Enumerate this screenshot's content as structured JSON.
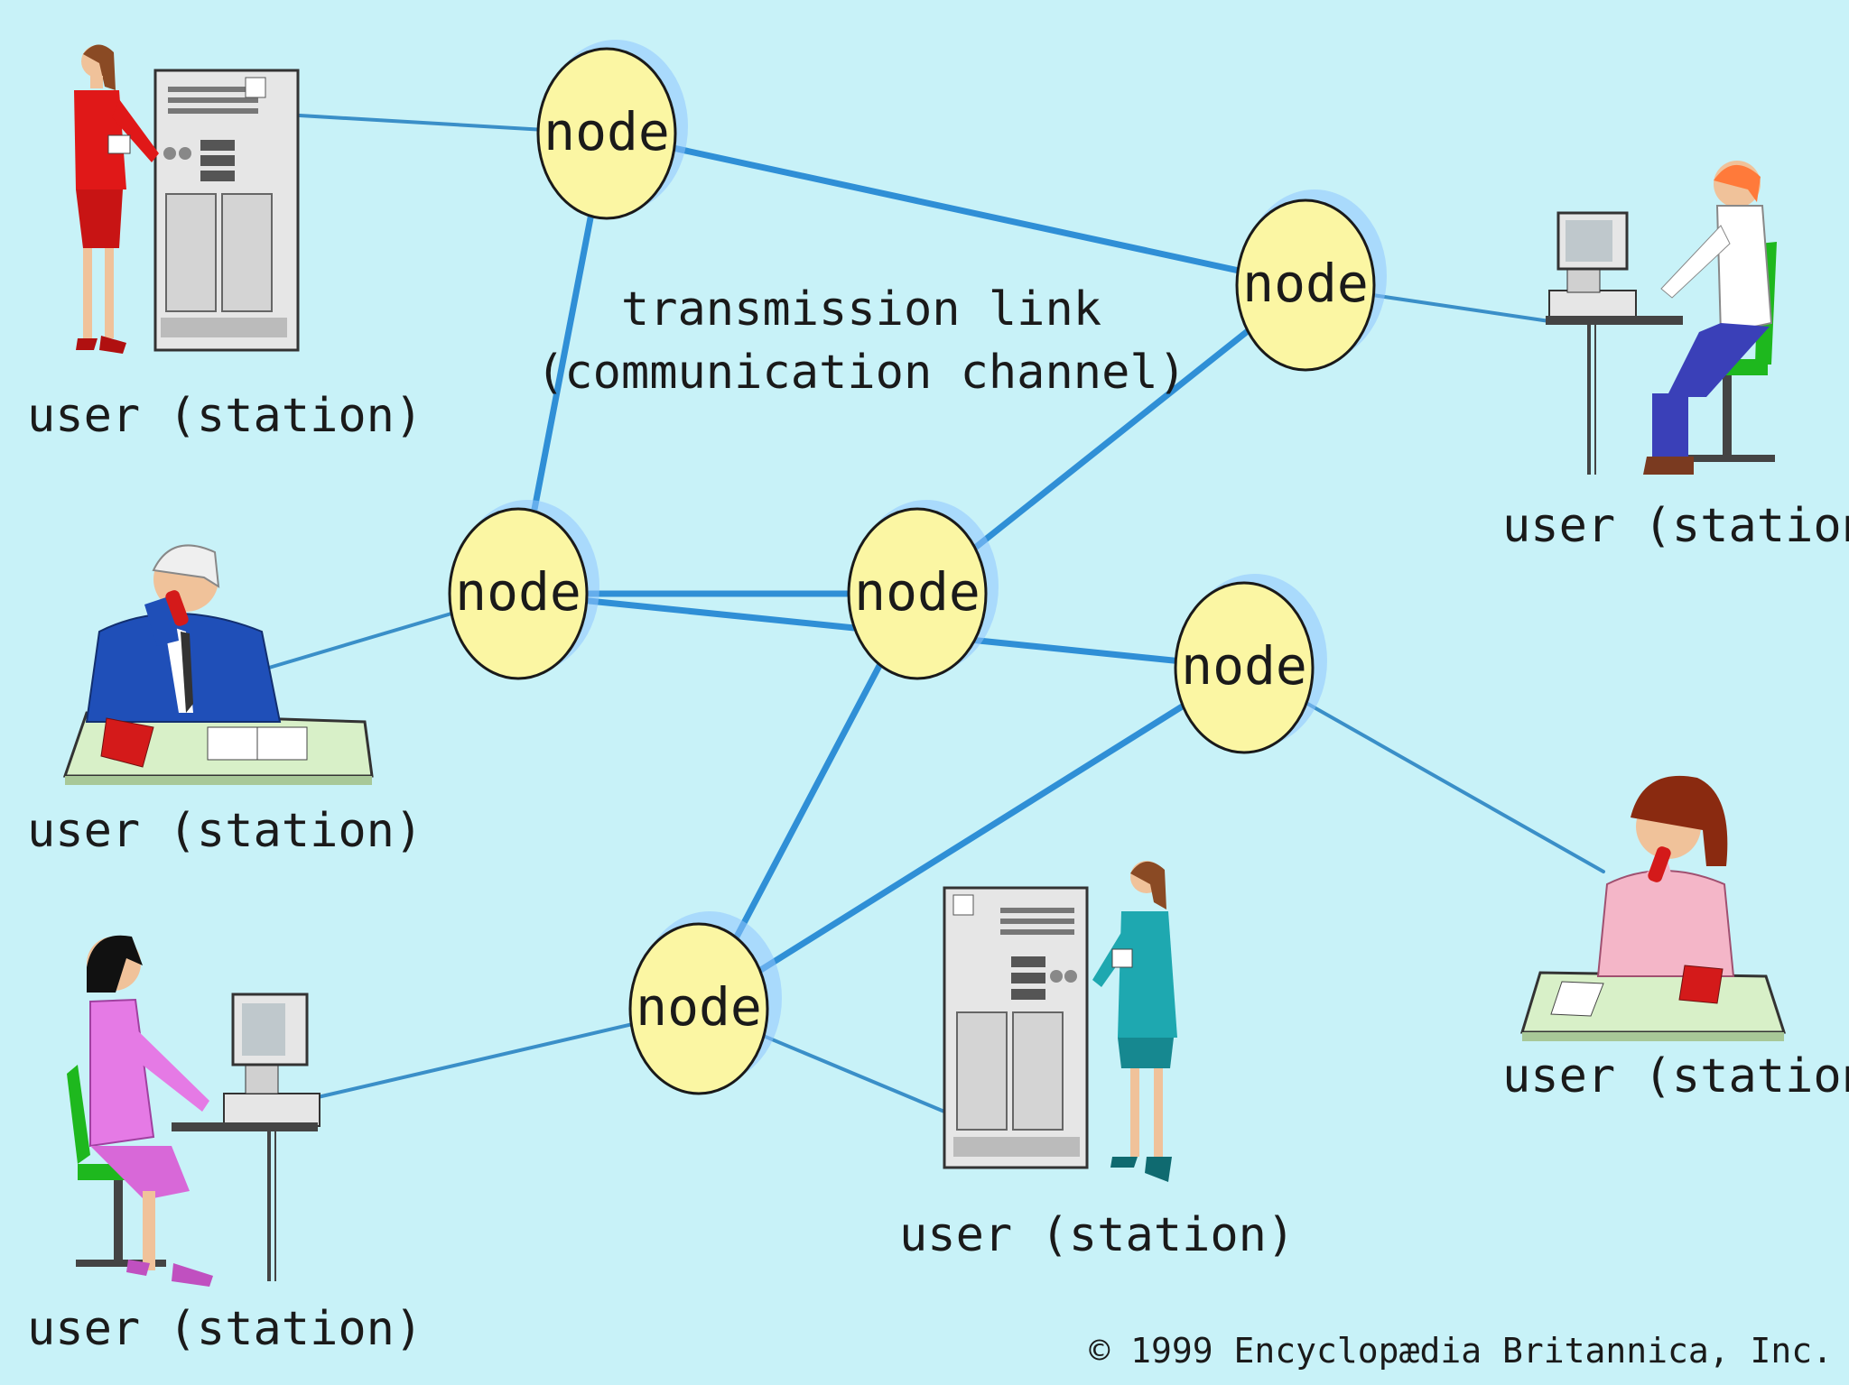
{
  "nodes": [
    {
      "id": "n1",
      "label": "node"
    },
    {
      "id": "n2",
      "label": "node"
    },
    {
      "id": "n3",
      "label": "node"
    },
    {
      "id": "n4",
      "label": "node"
    },
    {
      "id": "n5",
      "label": "node"
    },
    {
      "id": "n6",
      "label": "node"
    }
  ],
  "stations": [
    {
      "id": "s1",
      "label": "user (station)",
      "figure": "woman-red-suit-with-server"
    },
    {
      "id": "s2",
      "label": "user (station)",
      "figure": "man-on-phone-at-desk"
    },
    {
      "id": "s3",
      "label": "user (station)",
      "figure": "woman-at-computer-desk"
    },
    {
      "id": "s4",
      "label": "user (station)",
      "figure": "server-with-woman-teal-suit"
    },
    {
      "id": "s5",
      "label": "user (station)",
      "figure": "man-at-computer-desk"
    },
    {
      "id": "s6",
      "label": "user (station)",
      "figure": "woman-on-phone-at-desk"
    }
  ],
  "links": [
    {
      "from": "n1",
      "to": "n2",
      "type": "major"
    },
    {
      "from": "n1",
      "to": "n3",
      "type": "major"
    },
    {
      "from": "n2",
      "to": "n4",
      "type": "major"
    },
    {
      "from": "n3",
      "to": "n4",
      "type": "major"
    },
    {
      "from": "n3",
      "to": "n5",
      "type": "major"
    },
    {
      "from": "n4",
      "to": "n6",
      "type": "major"
    },
    {
      "from": "n5",
      "to": "n6",
      "type": "major"
    },
    {
      "from": "n1",
      "to": "s1",
      "type": "minor"
    },
    {
      "from": "n2",
      "to": "s5",
      "type": "minor"
    },
    {
      "from": "n3",
      "to": "s2",
      "type": "minor"
    },
    {
      "from": "n5",
      "to": "s6",
      "type": "minor"
    },
    {
      "from": "n6",
      "to": "s3",
      "type": "minor"
    },
    {
      "from": "n6",
      "to": "s4",
      "type": "minor"
    }
  ],
  "link_label": {
    "line1": "transmission link",
    "line2": "(communication channel)"
  },
  "copyright": "© 1999 Encyclopædia Britannica, Inc.",
  "colors": {
    "background": "#c8f2f8",
    "node_fill": "#fbf6a3",
    "link": "#2f8fd6"
  }
}
